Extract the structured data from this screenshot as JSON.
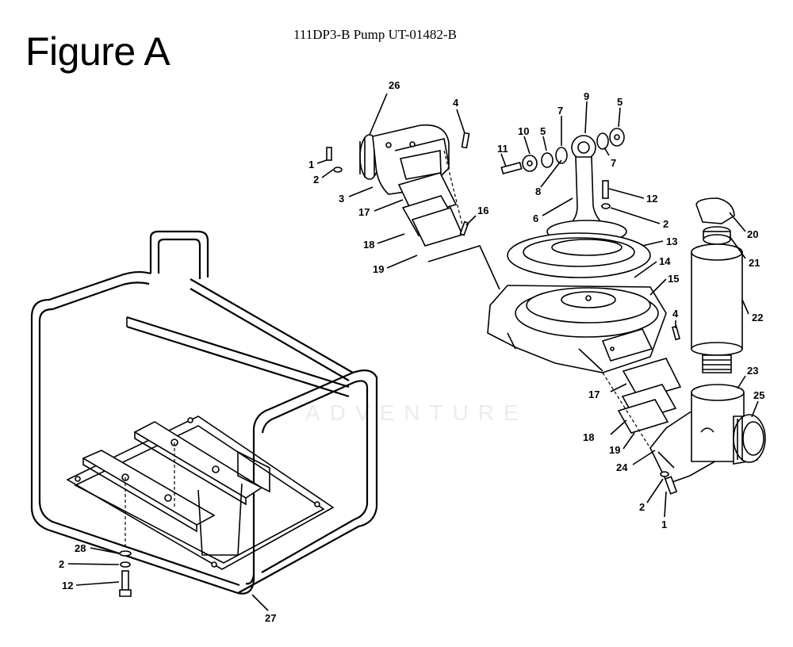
{
  "header": {
    "figure_label": "Figure A",
    "document_title": "111DP3-B Pump UT-01482-B"
  },
  "watermark": "ADVENTURE",
  "callouts": [
    {
      "id": "c26",
      "text": "26"
    },
    {
      "id": "c4a",
      "text": "4"
    },
    {
      "id": "c1a",
      "text": "1"
    },
    {
      "id": "c2a",
      "text": "2"
    },
    {
      "id": "c3",
      "text": "3"
    },
    {
      "id": "c17a",
      "text": "17"
    },
    {
      "id": "c16",
      "text": "16"
    },
    {
      "id": "c18a",
      "text": "18"
    },
    {
      "id": "c19a",
      "text": "19"
    },
    {
      "id": "c9",
      "text": "9"
    },
    {
      "id": "c7a",
      "text": "7"
    },
    {
      "id": "c5a",
      "text": "5"
    },
    {
      "id": "c10",
      "text": "10"
    },
    {
      "id": "c5b",
      "text": "5"
    },
    {
      "id": "c11",
      "text": "11"
    },
    {
      "id": "c7b",
      "text": "7"
    },
    {
      "id": "c8",
      "text": "8"
    },
    {
      "id": "c12a",
      "text": "12"
    },
    {
      "id": "c6",
      "text": "6"
    },
    {
      "id": "c2b",
      "text": "2"
    },
    {
      "id": "c13",
      "text": "13"
    },
    {
      "id": "c14",
      "text": "14"
    },
    {
      "id": "c15",
      "text": "15"
    },
    {
      "id": "c20",
      "text": "20"
    },
    {
      "id": "c21",
      "text": "21"
    },
    {
      "id": "c22",
      "text": "22"
    },
    {
      "id": "c4b",
      "text": "4"
    },
    {
      "id": "c23",
      "text": "23"
    },
    {
      "id": "c25",
      "text": "25"
    },
    {
      "id": "c17b",
      "text": "17"
    },
    {
      "id": "c18b",
      "text": "18"
    },
    {
      "id": "c19b",
      "text": "19"
    },
    {
      "id": "c24",
      "text": "24"
    },
    {
      "id": "c2c",
      "text": "2"
    },
    {
      "id": "c1b",
      "text": "1"
    },
    {
      "id": "c28",
      "text": "28"
    },
    {
      "id": "c2d",
      "text": "2"
    },
    {
      "id": "c12b",
      "text": "12"
    },
    {
      "id": "c27",
      "text": "27"
    }
  ]
}
